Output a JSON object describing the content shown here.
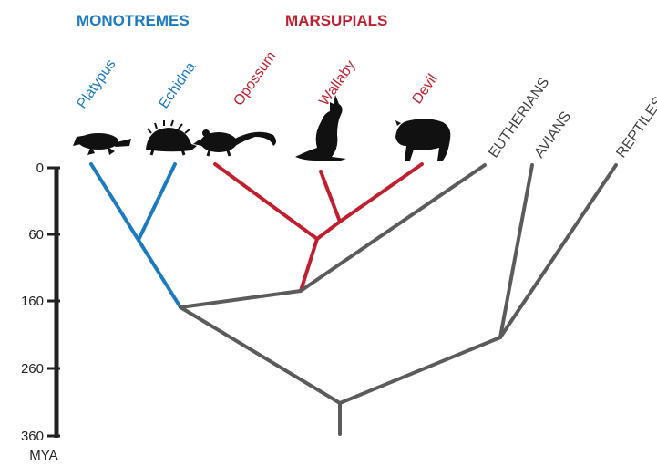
{
  "groups": {
    "monotremes": "MONOTREMES",
    "marsupials": "MARSUPIALS"
  },
  "taxa": {
    "platypus": "Platypus",
    "echidna": "Echidna",
    "opossum": "Opossum",
    "wallaby": "Wallaby",
    "devil": "Devil",
    "eutherians": "EUTHERIANS",
    "avians": "AVIANS",
    "reptiles": "REPTILES"
  },
  "axis": {
    "unit": "MYA",
    "ticks": [
      "0",
      "60",
      "160",
      "260",
      "360"
    ]
  },
  "colors": {
    "monotreme": "#1b7bc0",
    "marsupial": "#c11f2f",
    "other": "#5b5b5b",
    "axis": "#222222"
  },
  "icons": [
    "platypus-silhouette",
    "echidna-silhouette",
    "opossum-silhouette",
    "wallaby-silhouette",
    "devil-silhouette"
  ]
}
